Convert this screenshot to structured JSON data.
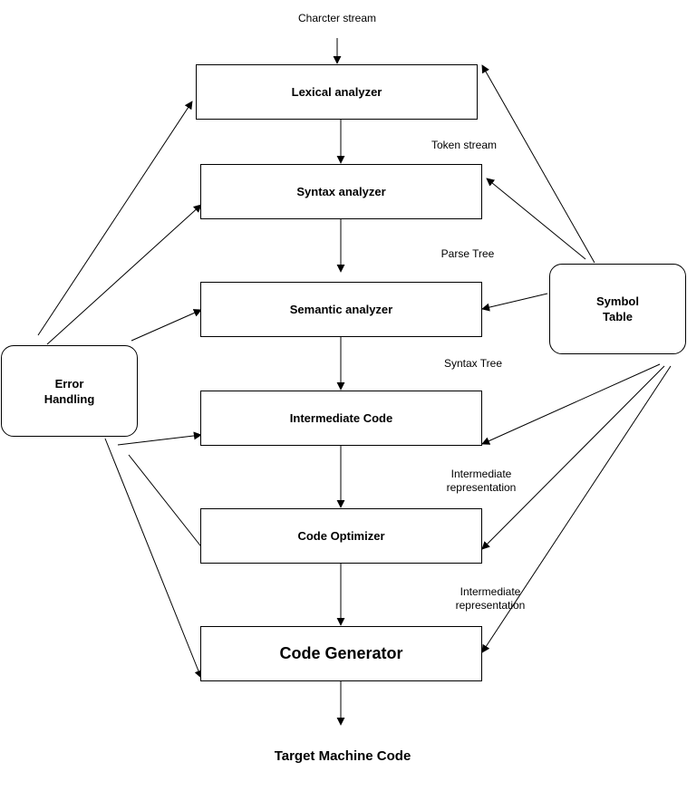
{
  "nodes": {
    "lexical": "Lexical analyzer",
    "syntax": "Syntax analyzer",
    "semantic": "Semantic analyzer",
    "intermediate": "Intermediate Code",
    "optimizer": "Code Optimizer",
    "generator": "Code Generator",
    "error": [
      "Error",
      "Handling"
    ],
    "symbol": [
      "Symbol",
      "Table"
    ]
  },
  "labels": {
    "input": "Charcter stream",
    "token": "Token stream",
    "parse": "Parse Tree",
    "syntax_tree": "Syntax Tree",
    "ir1": [
      "Intermediate",
      "representation"
    ],
    "ir2": [
      "Intermediate",
      "representation"
    ],
    "output": "Target Machine Code"
  },
  "colors": {
    "stroke": "#000000",
    "fill": "#ffffff"
  }
}
